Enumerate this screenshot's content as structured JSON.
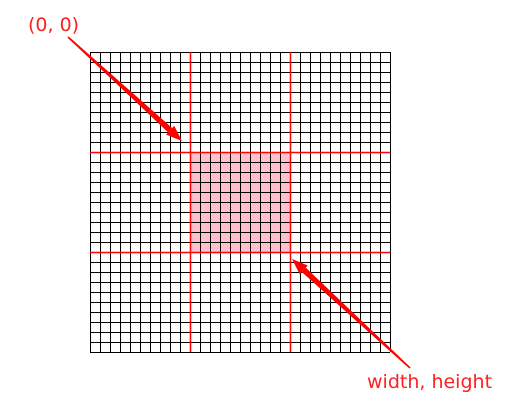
{
  "annotations": {
    "origin_label": "(0, 0)",
    "size_label": "width, height"
  },
  "grid": {
    "columns": 30,
    "rows": 30,
    "highlight_start_cell": [
      10,
      10
    ],
    "highlight_end_cell": [
      20,
      20
    ]
  },
  "colors": {
    "grid_line": "#000000",
    "highlight_line": "#ff0000",
    "highlight_fill": "#ffc0cb",
    "annotation": "#ff2020",
    "arrow": "#ff0000"
  }
}
